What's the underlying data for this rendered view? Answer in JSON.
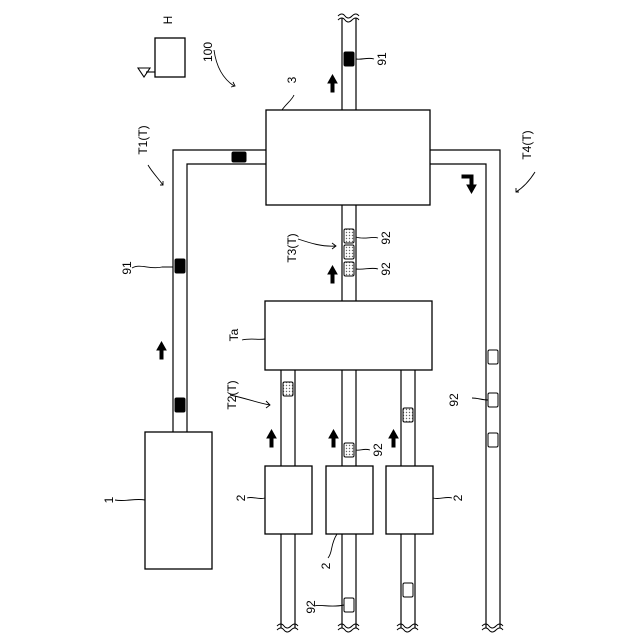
{
  "labels": {
    "ref_100": "100",
    "ref_h": "H",
    "ref_3": "3",
    "ref_1": "1",
    "ref_2_left": "2",
    "ref_2_mid": "2",
    "ref_2_right": "2",
    "ref_91_top": "91",
    "ref_91_left": "91",
    "ref_92_t3_upper": "92",
    "ref_92_t3_lower": "92",
    "ref_92_mid": "92",
    "ref_92_bottom": "92",
    "ref_92_t4": "92",
    "ref_ta": "Ta",
    "ref_t1": "T1(T)",
    "ref_t2": "T2(T)",
    "ref_t3": "T3(T)",
    "ref_t4": "T4(T)"
  },
  "item_styles": {
    "91": "solid-black-block",
    "92": "dotted-fill-block",
    "empty": "white-block"
  },
  "colors": {
    "line": "#000000",
    "background": "#ffffff",
    "dotted_fill": "#c8c8c8"
  }
}
